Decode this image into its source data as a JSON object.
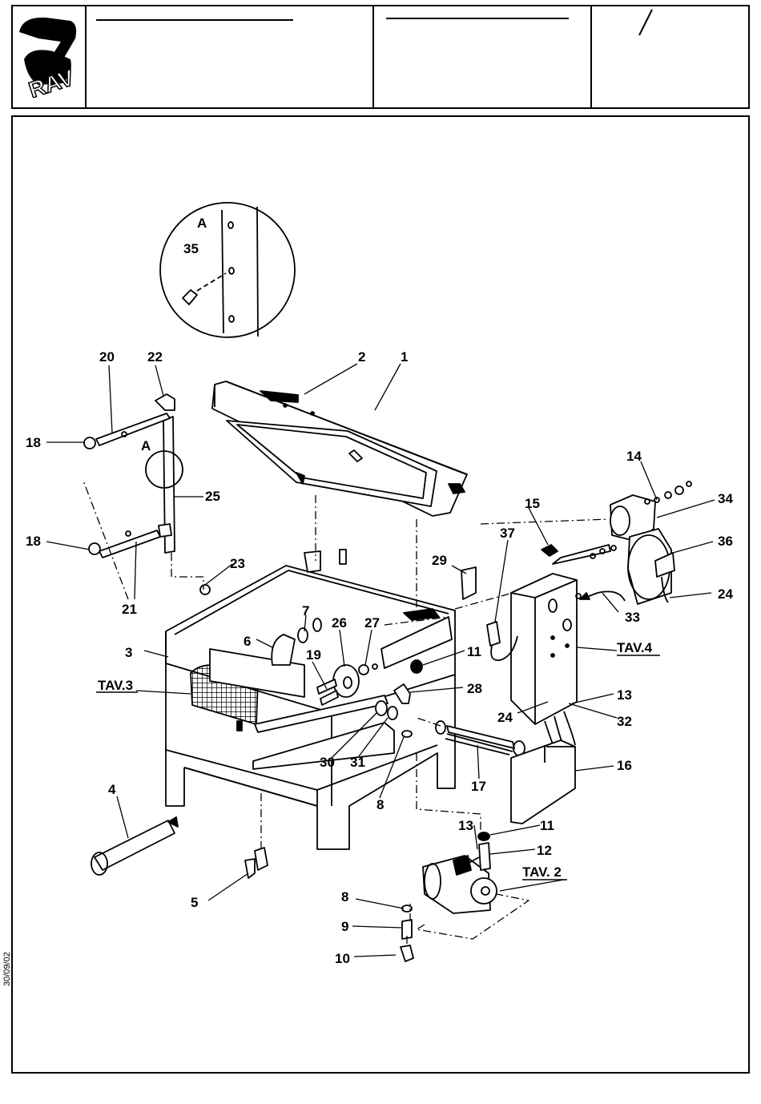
{
  "header": {
    "logo_text": "RAV",
    "page_marker": "/"
  },
  "side_date": "30/09/02",
  "detail": {
    "title": "A",
    "callout": "A",
    "part": "35"
  },
  "callouts": [
    {
      "id": "c1",
      "text": "1"
    },
    {
      "id": "c2",
      "text": "2"
    },
    {
      "id": "c3",
      "text": "3"
    },
    {
      "id": "c4",
      "text": "4"
    },
    {
      "id": "c5",
      "text": "5"
    },
    {
      "id": "c6",
      "text": "6"
    },
    {
      "id": "c7",
      "text": "7"
    },
    {
      "id": "c8a",
      "text": "8"
    },
    {
      "id": "c8b",
      "text": "8"
    },
    {
      "id": "c9",
      "text": "9"
    },
    {
      "id": "c10",
      "text": "10"
    },
    {
      "id": "c11a",
      "text": "11"
    },
    {
      "id": "c11b",
      "text": "11"
    },
    {
      "id": "c12",
      "text": "12"
    },
    {
      "id": "c13a",
      "text": "13"
    },
    {
      "id": "c13b",
      "text": "13"
    },
    {
      "id": "c14",
      "text": "14"
    },
    {
      "id": "c15",
      "text": "15"
    },
    {
      "id": "c16",
      "text": "16"
    },
    {
      "id": "c17",
      "text": "17"
    },
    {
      "id": "c18a",
      "text": "18"
    },
    {
      "id": "c18b",
      "text": "18"
    },
    {
      "id": "c19",
      "text": "19"
    },
    {
      "id": "c20",
      "text": "20"
    },
    {
      "id": "c21",
      "text": "21"
    },
    {
      "id": "c22",
      "text": "22"
    },
    {
      "id": "c23",
      "text": "23"
    },
    {
      "id": "c24a",
      "text": "24"
    },
    {
      "id": "c24b",
      "text": "24"
    },
    {
      "id": "c25",
      "text": "25"
    },
    {
      "id": "c26",
      "text": "26"
    },
    {
      "id": "c27",
      "text": "27"
    },
    {
      "id": "c28",
      "text": "28"
    },
    {
      "id": "c29",
      "text": "29"
    },
    {
      "id": "c30",
      "text": "30"
    },
    {
      "id": "c31",
      "text": "31"
    },
    {
      "id": "c32",
      "text": "32"
    },
    {
      "id": "c33",
      "text": "33"
    },
    {
      "id": "c34",
      "text": "34"
    },
    {
      "id": "c36",
      "text": "36"
    },
    {
      "id": "c37",
      "text": "37"
    }
  ],
  "references": {
    "tav2": "TAV. 2",
    "tav3": "TAV.3",
    "tav4": "TAV.4"
  }
}
